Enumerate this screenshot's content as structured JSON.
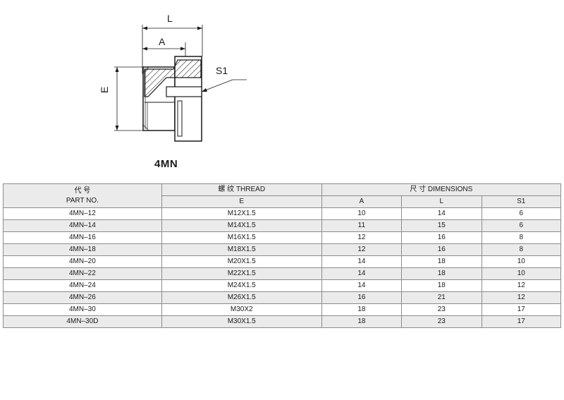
{
  "drawing": {
    "labels": {
      "L": "L",
      "A": "A",
      "S1": "S1",
      "E": "E"
    },
    "title": "4MN"
  },
  "table": {
    "headers": {
      "part_cn": "代  号",
      "part_en": "PART NO.",
      "thread": "螺  纹  THREAD",
      "dimensions": "尺  寸    DIMENSIONS",
      "e": "E",
      "a": "A",
      "l": "L",
      "s1": "S1"
    },
    "rows": [
      {
        "part": "4MN–12",
        "e": "M12X1.5",
        "a": "10",
        "l": "14",
        "s1": "6"
      },
      {
        "part": "4MN–14",
        "e": "M14X1.5",
        "a": "11",
        "l": "15",
        "s1": "6"
      },
      {
        "part": "4MN–16",
        "e": "M16X1.5",
        "a": "12",
        "l": "16",
        "s1": "8"
      },
      {
        "part": "4MN–18",
        "e": "M18X1.5",
        "a": "12",
        "l": "16",
        "s1": "8"
      },
      {
        "part": "4MN–20",
        "e": "M20X1.5",
        "a": "14",
        "l": "18",
        "s1": "10"
      },
      {
        "part": "4MN–22",
        "e": "M22X1.5",
        "a": "14",
        "l": "18",
        "s1": "10"
      },
      {
        "part": "4MN–24",
        "e": "M24X1.5",
        "a": "14",
        "l": "18",
        "s1": "12"
      },
      {
        "part": "4MN–26",
        "e": "M26X1.5",
        "a": "16",
        "l": "21",
        "s1": "12"
      },
      {
        "part": "4MN–30",
        "e": "M30X2",
        "a": "18",
        "l": "23",
        "s1": "17"
      },
      {
        "part": "4MN–30D",
        "e": "M30X1.5",
        "a": "18",
        "l": "23",
        "s1": "17"
      }
    ]
  }
}
